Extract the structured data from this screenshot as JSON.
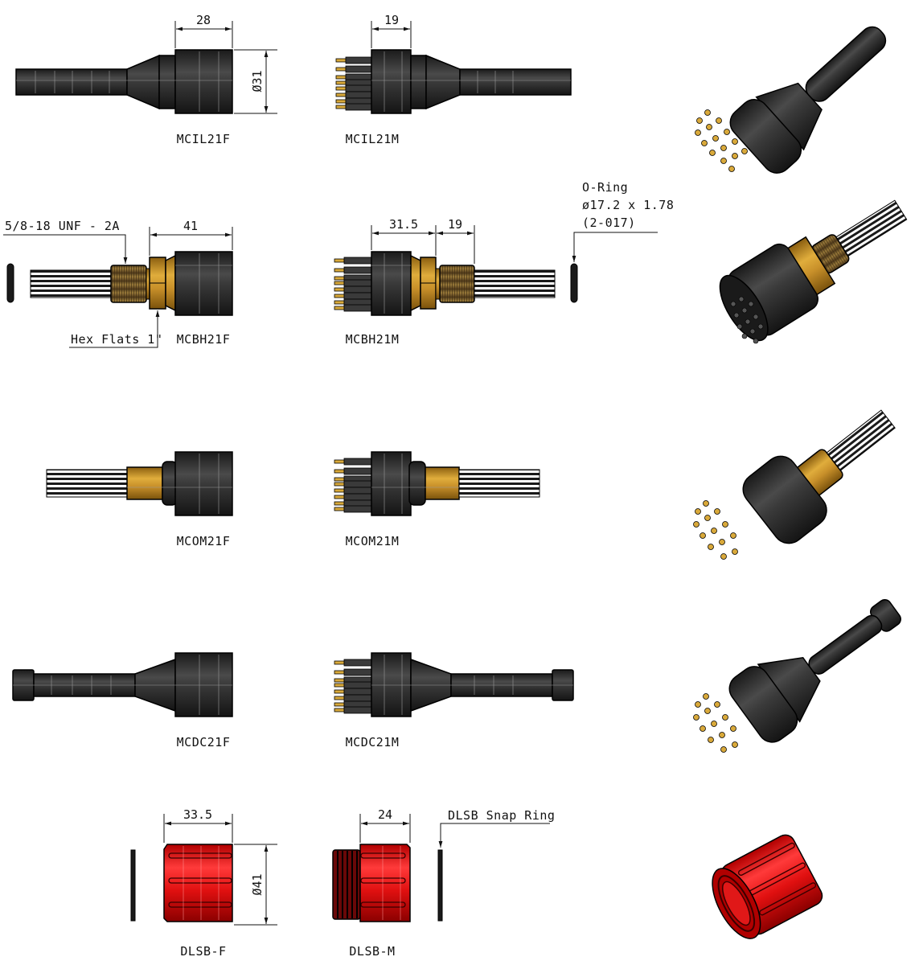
{
  "drawing": {
    "subject": "21-contact underwater connector family with locking sleeves",
    "colors": {
      "rubber": "#2a2a2a",
      "brass": "#c8962a",
      "sleeve_red": "#d81414",
      "pin_gold": "#d9a93a",
      "line": "#111111"
    }
  },
  "rows": [
    {
      "id": "inline",
      "female": {
        "label": "MCIL21F",
        "dims": {
          "length": "28",
          "diameter": "Ø31"
        }
      },
      "male": {
        "label": "MCIL21M",
        "dims": {
          "length": "19"
        }
      }
    },
    {
      "id": "bulkhead",
      "female": {
        "label": "MCBH21F",
        "dims": {
          "length": "41"
        },
        "callouts": {
          "thread": "5/8-18 UNF - 2A",
          "hex": "Hex Flats 1\""
        }
      },
      "male": {
        "label": "MCBH21M",
        "dims": {
          "body": "31.5",
          "thread": "19"
        }
      },
      "oring": {
        "line1": "O-Ring",
        "line2": "ø17.2 x 1.78",
        "line3": "(2-017)"
      }
    },
    {
      "id": "overmolded",
      "female": {
        "label": "MCOM21F"
      },
      "male": {
        "label": "MCOM21M"
      }
    },
    {
      "id": "dummy-cable",
      "female": {
        "label": "MCDC21F"
      },
      "male": {
        "label": "MCDC21M"
      }
    },
    {
      "id": "locking-sleeve",
      "female": {
        "label": "DLSB-F",
        "dims": {
          "length": "33.5",
          "diameter": "Ø41"
        }
      },
      "male": {
        "label": "DLSB-M",
        "dims": {
          "length": "24"
        }
      },
      "snap_ring": {
        "label": "DLSB Snap Ring"
      }
    }
  ],
  "iso_views": [
    {
      "name": "inline-male-iso"
    },
    {
      "name": "bulkhead-female-iso"
    },
    {
      "name": "overmolded-male-iso"
    },
    {
      "name": "dummy-cable-male-iso"
    },
    {
      "name": "locking-sleeve-iso"
    }
  ]
}
